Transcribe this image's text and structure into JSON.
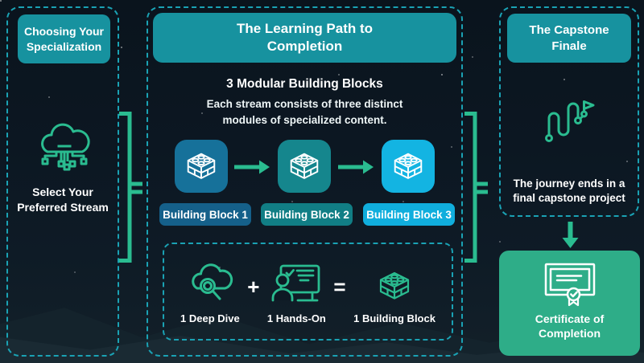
{
  "theme": {
    "background": "#0d1a24",
    "accent_green": "#2abc90",
    "header_teal": "#17929f",
    "dashed_border": "#1aa2b4",
    "block1_tile": "#16719a",
    "block1_badge": "#15608a",
    "block2_tile": "#15868d",
    "block2_badge": "#117e85",
    "block3_tile": "#13b4e2",
    "block3_badge": "#10aedd",
    "certificate_green": "#2ead88",
    "text": "#ffffff"
  },
  "left_panel": {
    "title": "Choosing Your Specialization",
    "icon": "cloud-network-icon",
    "caption": "Select Your Preferred Stream"
  },
  "center_panel": {
    "title": "The Learning Path to Completion",
    "heading": "3 Modular Building Blocks",
    "subheading": "Each stream consists of three distinct modules of specialized content.",
    "blocks": [
      {
        "label": "Building Block 1",
        "icon": "building-block-icon"
      },
      {
        "label": "Building Block 2",
        "icon": "building-block-icon"
      },
      {
        "label": "Building Block 3",
        "icon": "building-block-icon"
      }
    ],
    "equation": {
      "items": [
        {
          "label": "1 Deep Dive",
          "icon": "cloud-search-icon"
        },
        {
          "label": "1 Hands-On",
          "icon": "instructor-screen-icon"
        },
        {
          "label": "1 Building Block",
          "icon": "building-block-outline-icon"
        }
      ],
      "operators": [
        "+",
        "="
      ]
    }
  },
  "right_panel": {
    "title": "The Capstone Finale",
    "icon": "journey-flag-icon",
    "caption": "The journey ends in a final capstone project",
    "certificate": {
      "label": "Certificate of Completion",
      "icon": "certificate-icon"
    }
  }
}
